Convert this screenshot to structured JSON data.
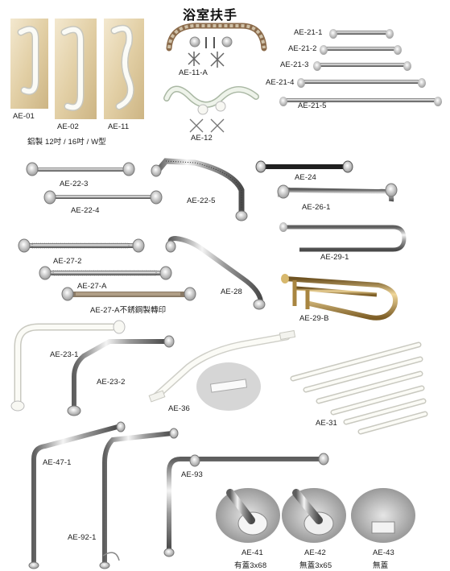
{
  "page": {
    "title": "浴室扶手",
    "background": "#ffffff"
  },
  "colors": {
    "chrome_dark": "#6d6d6d",
    "chrome_mid": "#b8b8b8",
    "chrome_light": "#f2f2f2",
    "white_bar": "#f7f7f2",
    "white_edge": "#c9c9c0",
    "gold": "#c9a55a",
    "wood_panel": "#e8d9b6"
  },
  "products": [
    {
      "code": "AE-01",
      "icon": "wall-grab-bar-white-j"
    },
    {
      "code": "AE-02",
      "icon": "wall-grab-bar-white-j"
    },
    {
      "code": "AE-11",
      "icon": "wall-grab-bar-white-w"
    },
    {
      "code": "AE-11-A",
      "icon": "curved-bar-with-mounts"
    },
    {
      "code": "AE-12",
      "icon": "wave-bar-with-mounts"
    },
    {
      "code": "AE-21-1",
      "icon": "straight-chrome-bar"
    },
    {
      "code": "AE-21-2",
      "icon": "straight-chrome-bar"
    },
    {
      "code": "AE-21-3",
      "icon": "straight-chrome-bar"
    },
    {
      "code": "AE-21-4",
      "icon": "straight-chrome-bar"
    },
    {
      "code": "AE-21-5",
      "icon": "straight-chrome-bar"
    },
    {
      "code": "AE-22-3",
      "icon": "straight-chrome-bar"
    },
    {
      "code": "AE-22-4",
      "icon": "straight-chrome-bar"
    },
    {
      "code": "AE-22-5",
      "icon": "angled-knurled-bar"
    },
    {
      "code": "AE-24",
      "icon": "straight-black-bar"
    },
    {
      "code": "AE-26-1",
      "icon": "straight-chrome-bar"
    },
    {
      "code": "AE-29-1",
      "icon": "u-shaped-chrome-bar"
    },
    {
      "code": "AE-29-B",
      "icon": "u-shaped-gold-bar"
    },
    {
      "code": "AE-27-2",
      "icon": "straight-knurled-bar"
    },
    {
      "code": "AE-27-A",
      "icon": "straight-knurled-bar"
    },
    {
      "code": "AE-27-A不銹鋼製轉印",
      "icon": "straight-wood-grain-bar"
    },
    {
      "code": "AE-28",
      "icon": "angled-chrome-bar"
    },
    {
      "code": "AE-23-1",
      "icon": "l-shaped-white-bar"
    },
    {
      "code": "AE-23-2",
      "icon": "l-shaped-chrome-bar"
    },
    {
      "code": "AE-36",
      "icon": "white-flat-bar"
    },
    {
      "code": "AE-31",
      "icon": "straight-white-bar-set"
    },
    {
      "code": "AE-47-1",
      "icon": "floor-wall-chrome-bar"
    },
    {
      "code": "AE-92-1",
      "icon": "floor-wall-chrome-bar"
    },
    {
      "code": "AE-93",
      "icon": "l-shaped-chrome-bar"
    },
    {
      "code": "AE-41",
      "icon": "flange-closeup"
    },
    {
      "code": "AE-42",
      "icon": "flange-closeup"
    },
    {
      "code": "AE-43",
      "icon": "flange-closeup"
    }
  ],
  "notes": {
    "material_note": "鋁製 12吋 / 16吋 / W型",
    "ae41_note": "有蓋3x68",
    "ae42_note": "無蓋3x65",
    "ae43_note": "無蓋"
  }
}
